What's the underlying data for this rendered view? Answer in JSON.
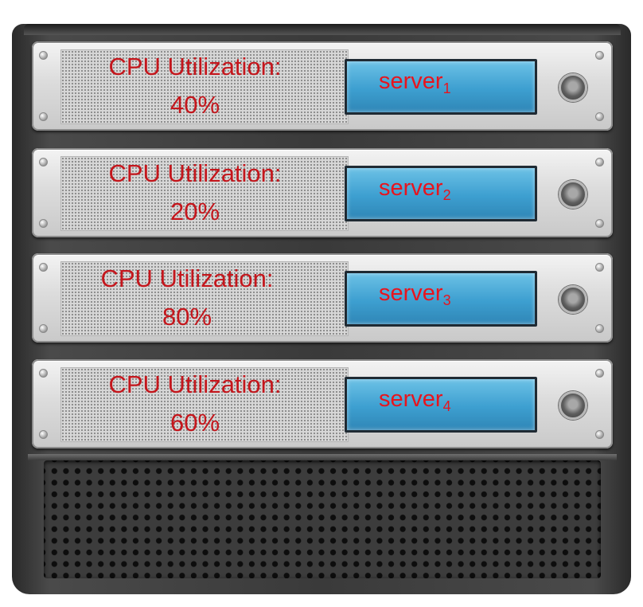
{
  "servers": [
    {
      "utilization_label": "CPU Utilization:",
      "utilization_value": "40%",
      "name": "server",
      "index": "1"
    },
    {
      "utilization_label": "CPU Utilization:",
      "utilization_value": "20%",
      "name": "server",
      "index": "2"
    },
    {
      "utilization_label": "CPU Utilization:",
      "utilization_value": "80%",
      "name": "server",
      "index": "3"
    },
    {
      "utilization_label": "CPU Utilization:",
      "utilization_value": "60%",
      "name": "server",
      "index": "4"
    }
  ],
  "colors": {
    "label_text": "#c4161c",
    "lcd_text": "#e8141d",
    "lcd_screen": "#3d9fd0",
    "rack_body": "#3a3a3a"
  },
  "icons": [
    "power-knob-icon",
    "screw-icon",
    "vent-grill"
  ]
}
